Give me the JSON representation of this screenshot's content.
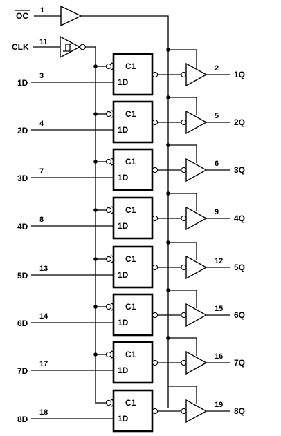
{
  "oc": {
    "name": "OC",
    "pin": "1"
  },
  "clk": {
    "name": "CLK",
    "pin": "11"
  },
  "block_labels": {
    "clock": "C1",
    "data": "1D"
  },
  "channels": [
    {
      "d_label": "1D",
      "d_pin": "3",
      "q_pin": "2",
      "q_label": "1Q"
    },
    {
      "d_label": "2D",
      "d_pin": "4",
      "q_pin": "5",
      "q_label": "2Q"
    },
    {
      "d_label": "3D",
      "d_pin": "7",
      "q_pin": "6",
      "q_label": "3Q"
    },
    {
      "d_label": "4D",
      "d_pin": "8",
      "q_pin": "9",
      "q_label": "4Q"
    },
    {
      "d_label": "5D",
      "d_pin": "13",
      "q_pin": "12",
      "q_label": "5Q"
    },
    {
      "d_label": "6D",
      "d_pin": "14",
      "q_pin": "15",
      "q_label": "6Q"
    },
    {
      "d_label": "7D",
      "d_pin": "17",
      "q_pin": "16",
      "q_label": "7Q"
    },
    {
      "d_label": "8D",
      "d_pin": "18",
      "q_pin": "19",
      "q_label": "8Q"
    }
  ]
}
